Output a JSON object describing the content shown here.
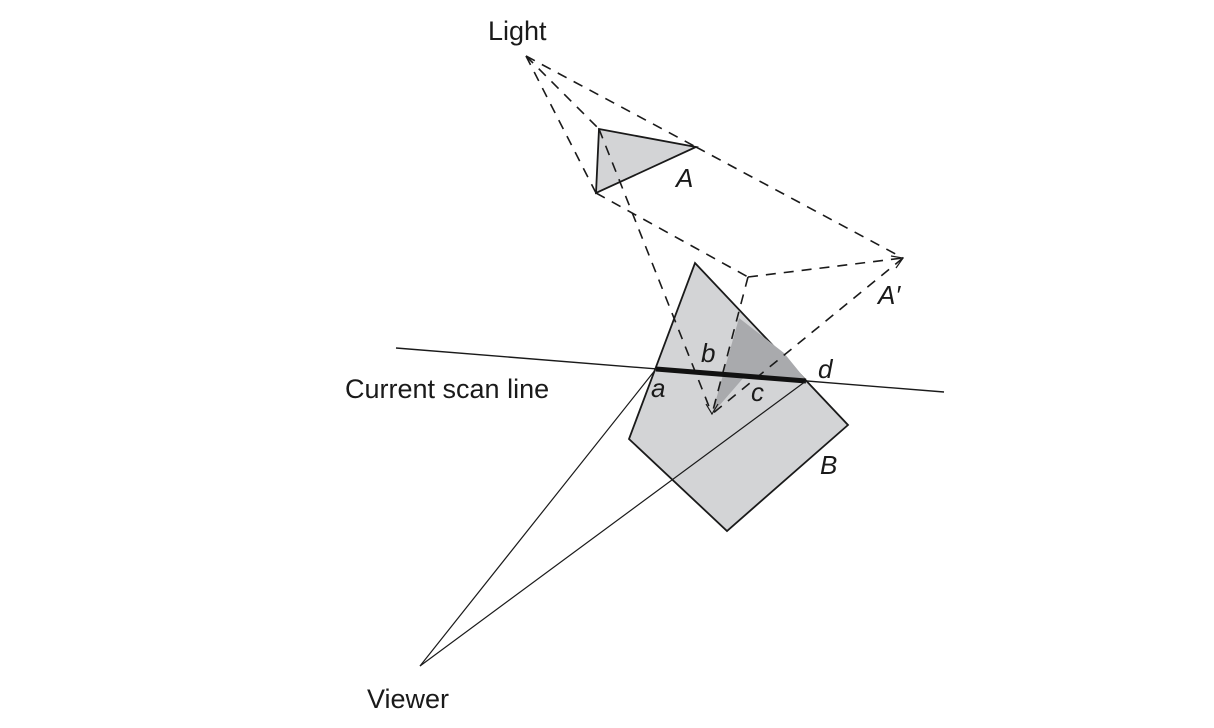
{
  "labels": {
    "light": "Light",
    "polygon_a": "A",
    "polygon_a_prime": "A′",
    "polygon_b": "B",
    "scan_line": "Current scan line",
    "viewer": "Viewer",
    "point_a": "a",
    "point_b": "b",
    "point_c": "c",
    "point_d": "d"
  },
  "colors": {
    "polygon_fill": "#d3d4d6",
    "shadow_fill": "#a9aaad",
    "stroke": "#1a1a1a"
  }
}
